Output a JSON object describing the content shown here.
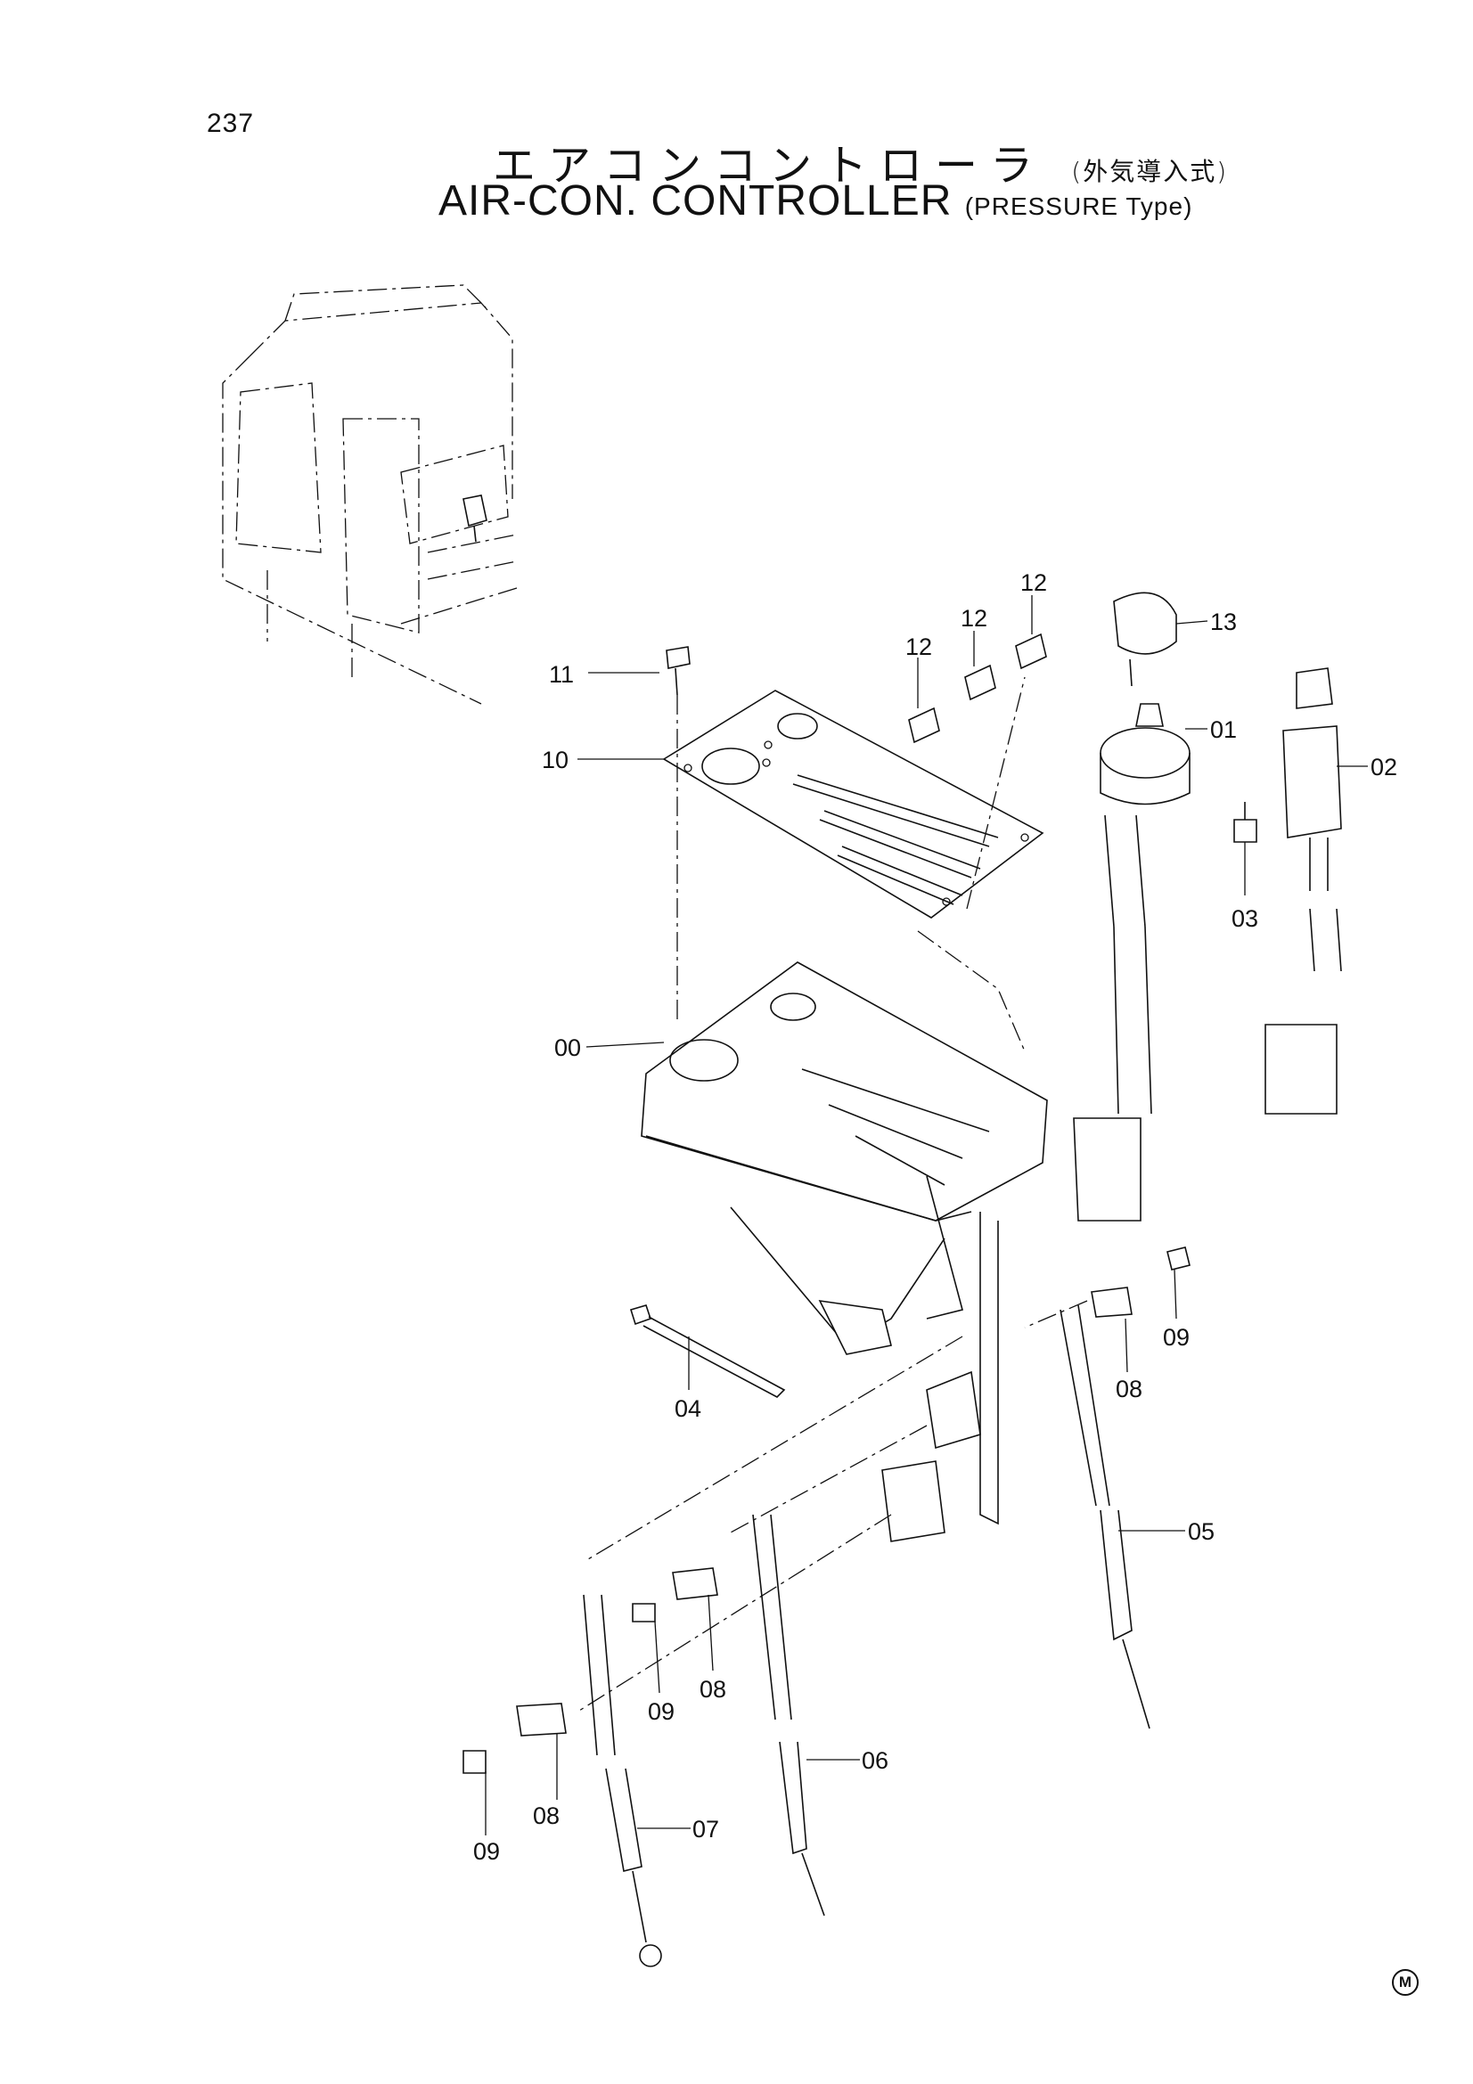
{
  "page_number": "237",
  "title_jp": "エアコンコントローラ",
  "title_jp_note": "(外気導入式)",
  "title_en": "AIR-CON. CONTROLLER",
  "title_en_note": "(PRESSURE Type)",
  "corner_mark": "M",
  "callouts": {
    "c00": "00",
    "c01": "01",
    "c02": "02",
    "c03": "03",
    "c04": "04",
    "c05": "05",
    "c06": "06",
    "c07": "07",
    "c08a": "08",
    "c08b": "08",
    "c08c": "08",
    "c09a": "09",
    "c09b": "09",
    "c09c": "09",
    "c10": "10",
    "c11": "11",
    "c12a": "12",
    "c12b": "12",
    "c12c": "12",
    "c13": "13"
  }
}
